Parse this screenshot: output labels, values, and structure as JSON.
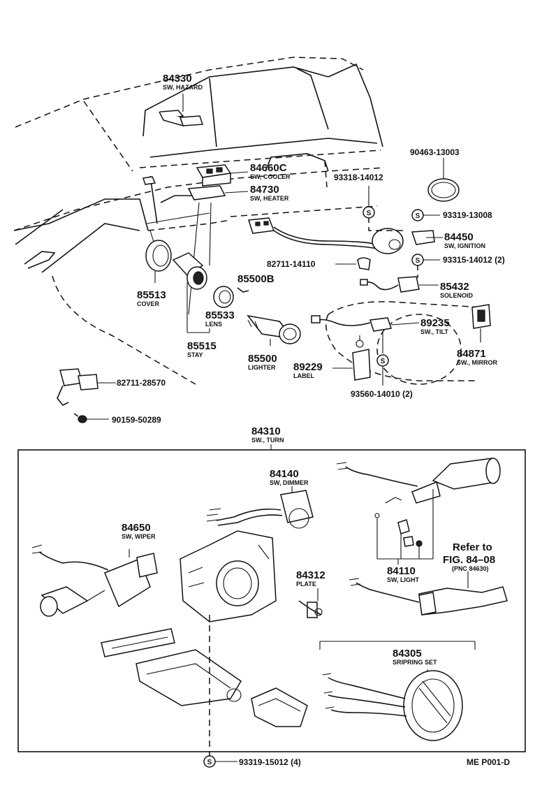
{
  "labels": {
    "sw_hazard": {
      "num": "84330",
      "sub": "SW, HAZARD"
    },
    "sw_cooler": {
      "num": "84660C",
      "sub": "SW, COOLER"
    },
    "sw_heater": {
      "num": "84730",
      "sub": "SW, HEATER"
    },
    "clamp_90463": {
      "num": "90463-13003"
    },
    "screw_93318": {
      "num": "93318-14012"
    },
    "screw_93319_13008": {
      "num": "93319-13008"
    },
    "sw_ignition": {
      "num": "84450",
      "sub": "SW, IGNITION"
    },
    "clamp_82711_14110": {
      "num": "82711-14110"
    },
    "screw_93315": {
      "num": "93315-14012 (2)"
    },
    "lighter_85500b": {
      "num": "85500B"
    },
    "solenoid": {
      "num": "85432",
      "sub": "SOLENOID"
    },
    "cover": {
      "num": "85513",
      "sub": "COVER"
    },
    "lens": {
      "num": "85533",
      "sub": "LENS"
    },
    "sw_tilt": {
      "num": "89235",
      "sub": "SW., TILT"
    },
    "sw_mirror": {
      "num": "84871",
      "sub": "SW., MIRROR"
    },
    "stay": {
      "num": "85515",
      "sub": "STAY"
    },
    "lighter": {
      "num": "85500",
      "sub": "LIGHTER"
    },
    "label": {
      "num": "89229",
      "sub": "LABEL"
    },
    "clamp_82711_28570": {
      "num": "82711-28570"
    },
    "screw_93560": {
      "num": "93560-14010 (2)"
    },
    "bolt_90159": {
      "num": "90159-50289"
    },
    "sw_turn": {
      "num": "84310",
      "sub": "SW., TURN"
    },
    "sw_dimmer": {
      "num": "84140",
      "sub": "SW, DIMMER"
    },
    "sw_wiper": {
      "num": "84650",
      "sub": "SW, WIPER"
    },
    "plate": {
      "num": "84312",
      "sub": "PLATE"
    },
    "sw_light": {
      "num": "84110",
      "sub": "SW, LIGHT"
    },
    "refer": {
      "line1": "Refer to",
      "line2": "FIG. 84–08",
      "line3": "(PNC 84630)"
    },
    "spiral": {
      "num": "84305",
      "sub": "SRIPRING SET"
    },
    "screw_93319_15012": {
      "num": "93319-15012 (4)"
    }
  },
  "screw_symbol": "S",
  "figure_code": "ME P001-D"
}
